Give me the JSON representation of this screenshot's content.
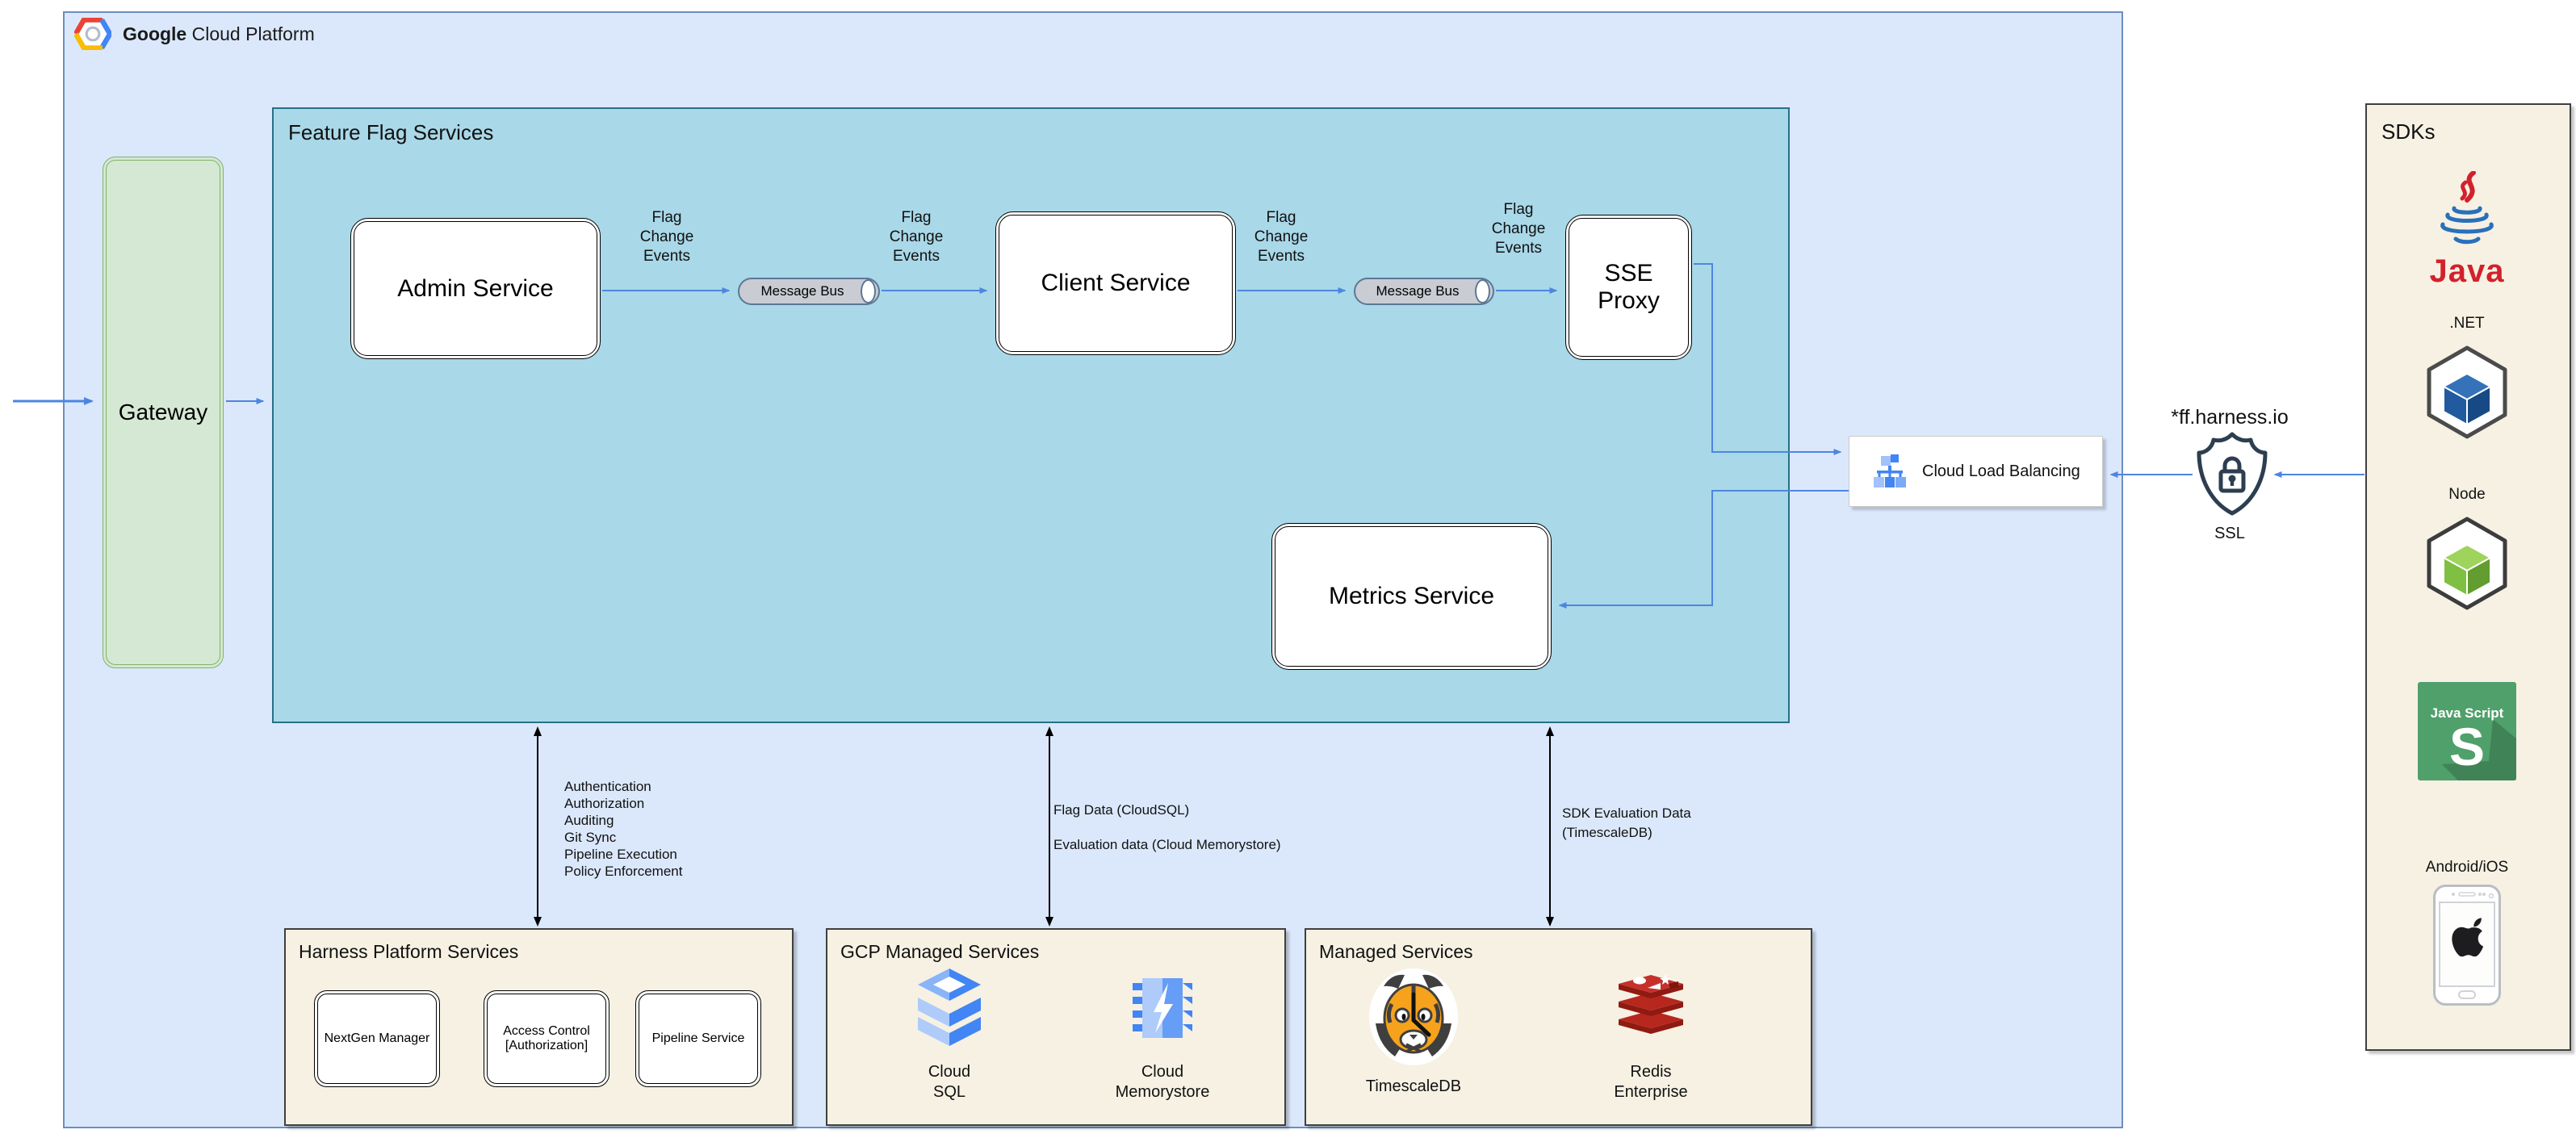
{
  "header": {
    "brand": "Google",
    "product": "Cloud Platform"
  },
  "nodes": {
    "gateway": "Gateway",
    "feature_flag_title": "Feature Flag Services",
    "admin_service": "Admin Service",
    "client_service": "Client Service",
    "sse_proxy": "SSE Proxy",
    "metrics_service": "Metrics Service",
    "message_bus_1": "Message Bus",
    "message_bus_2": "Message Bus",
    "cloud_load_balancing": "Cloud Load Balancing"
  },
  "edge_labels": {
    "flag_change_events_1": "Flag Change Events",
    "flag_change_events_2": "Flag Change Events",
    "flag_change_events_3": "Flag Change Events",
    "flag_change_events_4": "Flag Change Events"
  },
  "external": {
    "domain": "*ff.harness.io",
    "ssl_label": "SSL"
  },
  "annotations": {
    "platform_capabilities": [
      "Authentication",
      "Authorization",
      "Auditing",
      "Git Sync",
      "Pipeline Execution",
      "Policy Enforcement"
    ],
    "flag_data": "Flag Data (CloudSQL)",
    "evaluation_data": "Evaluation data (Cloud Memorystore)",
    "sdk_evaluation_line1": "SDK Evaluation Data",
    "sdk_evaluation_line2": "(TimescaleDB)"
  },
  "sdks": {
    "title": "SDKs",
    "java": "Java",
    "dotnet": ".NET",
    "node": "Node",
    "javascript": "Java Script",
    "mobile": "Android/iOS"
  },
  "harness_platform": {
    "title": "Harness Platform Services",
    "services": [
      "NextGen Manager",
      "Access Control [Authorization]",
      "Pipeline Service"
    ]
  },
  "gcp_managed": {
    "title": "GCP Managed Services",
    "cloud_sql": "Cloud SQL",
    "cloud_memorystore": "Cloud Memorystore"
  },
  "managed_services": {
    "title": "Managed Services",
    "timescaledb": "TimescaleDB",
    "redis": "Redis Enterprise"
  },
  "colors": {
    "outer_fill": "#dbe8fc",
    "outer_stroke": "#6c8ebf",
    "ffs_fill": "#a9d8e8",
    "ffs_stroke": "#27708b",
    "gateway_fill": "#d5e8d4",
    "gateway_stroke": "#82b366",
    "panel_fill": "#f6f1e3",
    "panel_stroke": "#3f3f3f",
    "bus_fill": "#c9ccd3",
    "bus_stroke": "#5d7796",
    "arrow_blue": "#4d86e0",
    "arrow_black": "#000000",
    "lb_dark": "#4285f4",
    "lb_light": "#a1c2fa",
    "lb_mid": "#7baaf7",
    "shield_navy": "#2c3e50",
    "java_red": "#d3212c",
    "java_blue": "#2a6fbb",
    "dotnet_dark": "#174a85",
    "dotnet_mid": "#215a9e",
    "dotnet_light": "#3572b9",
    "node_dark": "#639c2f",
    "node_mid": "#7fbf42",
    "node_light": "#9ed35c",
    "js_green": "#4fa06a",
    "redis_red": "#b7271d",
    "redis_top": "#c6302b",
    "redis_side": "#8f1a12",
    "tiger_orange": "#f6a21d",
    "tiger_dark": "#3f3f3f",
    "gcp_blue": "#4285f4",
    "gcp_blue_light": "#aecbfa",
    "gcp_blue_mid": "#669df6"
  }
}
